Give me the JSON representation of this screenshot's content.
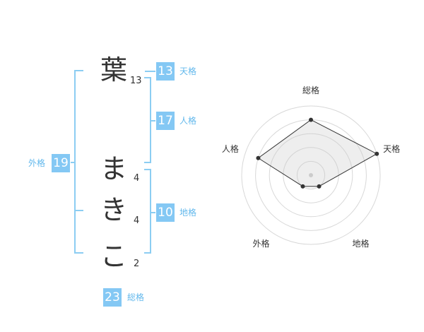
{
  "name": {
    "chars": [
      {
        "char": "葉",
        "strokes": "13"
      },
      {
        "char": "ま",
        "strokes": "4"
      },
      {
        "char": "き",
        "strokes": "4"
      },
      {
        "char": "こ",
        "strokes": "2"
      }
    ]
  },
  "fortune": {
    "tenkaku": {
      "label": "天格",
      "value": "13"
    },
    "jinkaku": {
      "label": "人格",
      "value": "17"
    },
    "chikaku": {
      "label": "地格",
      "value": "10"
    },
    "gaikaku": {
      "label": "外格",
      "value": "19"
    },
    "soukaku": {
      "label": "総格",
      "value": "23"
    }
  },
  "colors": {
    "accent": "#84c8f4",
    "label": "#62b8ec",
    "bracket": "#8ccdf2",
    "radar_fill": "#e0e0e0",
    "radar_line": "#333333"
  },
  "chart_data": {
    "type": "radar",
    "axes": [
      "総格",
      "天格",
      "地格",
      "外格",
      "人格"
    ],
    "values": [
      4,
      5,
      1,
      1,
      4
    ],
    "max": 5,
    "rings": 5
  }
}
